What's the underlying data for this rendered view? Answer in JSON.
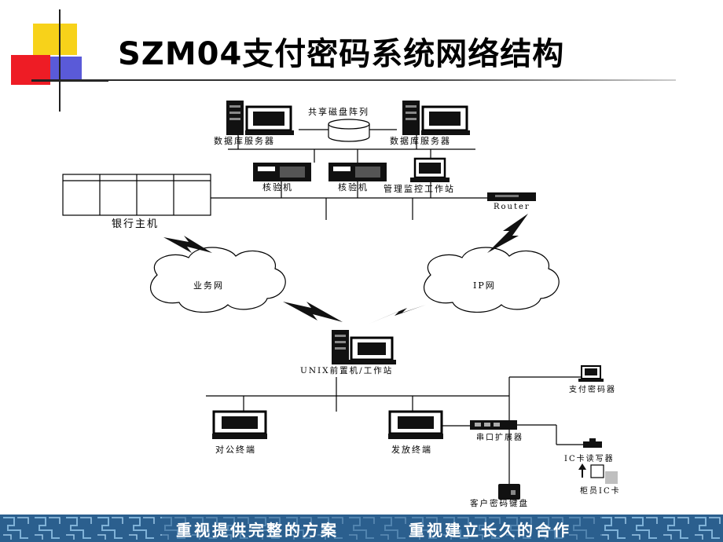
{
  "title": "SZM04支付密码系统网络结构",
  "nodes": {
    "shared_disk": "共享磁盘阵列",
    "db_server_left": "数据库服务器",
    "db_server_right": "数据库服务器",
    "verifier_1": "核验机",
    "verifier_2": "核验机",
    "mgmt_station": "管理监控工作站",
    "router": "Router",
    "bank_host": "银行主机",
    "business_net": "业务网",
    "ip_net": "IP网",
    "unix_station": "UNIX前置机/工作站",
    "corporate_terminal": "对公终端",
    "issuing_terminal": "发放终端",
    "serial_expander": "串口扩展器",
    "payment_device": "支付密码器",
    "ic_reader": "IC卡读写器",
    "teller_ic_card": "柜员IC卡",
    "client_keypad": "客户密码键盘"
  },
  "footer": {
    "left": "重视提供完整的方案",
    "right": "重视建立长久的合作"
  },
  "colors": {
    "deco_yellow": "#f7d21a",
    "deco_red": "#ee1c25",
    "deco_blue": "#2a2aa8",
    "footer_blue": "#2b5f8e"
  }
}
